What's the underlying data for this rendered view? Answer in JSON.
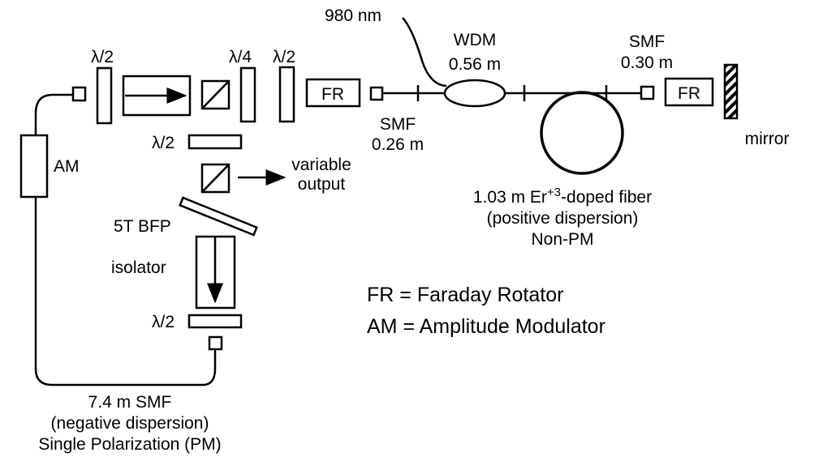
{
  "labels": {
    "pump": "980 nm",
    "wdm": "WDM",
    "wdm_length": "0.56 m",
    "smf_right": "SMF",
    "smf_right_length": "0.30 m",
    "smf_left": "SMF",
    "smf_left_length": "0.26 m",
    "mirror": "mirror",
    "er_fiber_1": "1.03 m Er",
    "er_fiber_sup": "+3",
    "er_fiber_2": "-doped fiber",
    "er_fiber_line2": "(positive dispersion)",
    "er_fiber_line3": "Non-PM",
    "hwp_top_left": "λ/2",
    "qwp_top": "λ/4",
    "hwp_top_right": "λ/2",
    "hwp_middle": "λ/2",
    "hwp_bottom": "λ/2",
    "fr_left": "FR",
    "fr_right": "FR",
    "am": "AM",
    "variable_1": "variable",
    "variable_2": "output",
    "bfp": "5T BFP",
    "isolator": "isolator",
    "legend_fr": "FR = Faraday Rotator",
    "legend_am": "AM = Amplitude Modulator",
    "pm_fiber_1": "7.4 m SMF",
    "pm_fiber_2": "(negative dispersion)",
    "pm_fiber_3": "Single Polarization (PM)"
  }
}
